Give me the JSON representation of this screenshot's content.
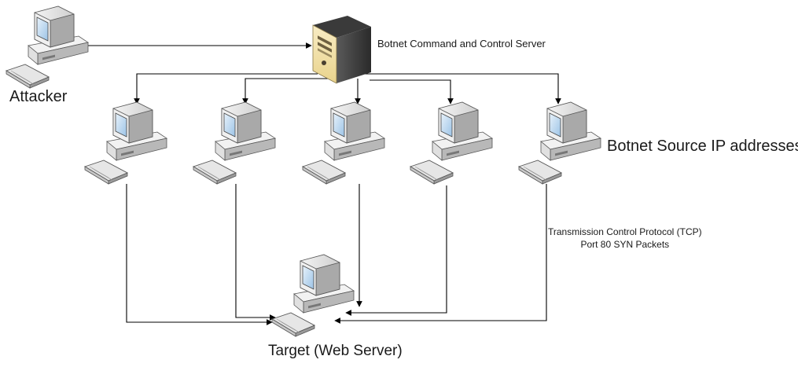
{
  "labels": {
    "attacker": "Attacker",
    "cnc_server": "Botnet Command and Control Server",
    "botnet_sources": "Botnet Source IP addresses",
    "tcp_line1": "Transmission Control Protocol (TCP)",
    "tcp_line2": "Port 80 SYN Packets",
    "target": "Target (Web Server)"
  },
  "nodes": [
    {
      "name": "attacker-computer",
      "icon": "desktop-computer-icon"
    },
    {
      "name": "cnc-server",
      "icon": "tower-server-icon"
    },
    {
      "name": "bot-computer-1",
      "icon": "desktop-computer-icon"
    },
    {
      "name": "bot-computer-2",
      "icon": "desktop-computer-icon"
    },
    {
      "name": "bot-computer-3",
      "icon": "desktop-computer-icon"
    },
    {
      "name": "bot-computer-4",
      "icon": "desktop-computer-icon"
    },
    {
      "name": "bot-computer-5",
      "icon": "desktop-computer-icon"
    },
    {
      "name": "target-computer",
      "icon": "desktop-computer-icon"
    }
  ],
  "colors": {
    "line": "#000000",
    "case": "#e6e6e6",
    "case_dark": "#9a9a9a",
    "screen": "#bcd7ef",
    "server_front": "#f3e2a9"
  }
}
